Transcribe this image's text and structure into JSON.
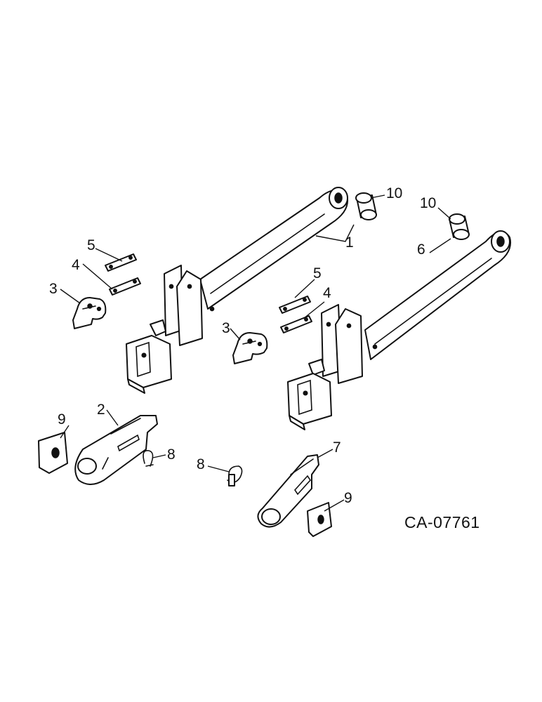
{
  "drawing_id": "CA-07761",
  "callouts": [
    {
      "id": "c1",
      "label": "1"
    },
    {
      "id": "c2",
      "label": "2"
    },
    {
      "id": "c3a",
      "label": "3"
    },
    {
      "id": "c3b",
      "label": "3"
    },
    {
      "id": "c4a",
      "label": "4"
    },
    {
      "id": "c4b",
      "label": "4"
    },
    {
      "id": "c5a",
      "label": "5"
    },
    {
      "id": "c5b",
      "label": "5"
    },
    {
      "id": "c6",
      "label": "6"
    },
    {
      "id": "c7",
      "label": "7"
    },
    {
      "id": "c8a",
      "label": "8"
    },
    {
      "id": "c8b",
      "label": "8"
    },
    {
      "id": "c9a",
      "label": "9"
    },
    {
      "id": "c9b",
      "label": "9"
    },
    {
      "id": "c10a",
      "label": "10"
    },
    {
      "id": "c10b",
      "label": "10"
    }
  ]
}
